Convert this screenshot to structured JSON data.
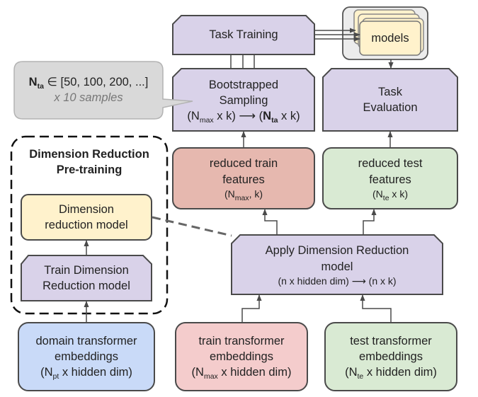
{
  "diagram": {
    "task_training": "Task Training",
    "models": "models",
    "task_evaluation": {
      "line1": "Task",
      "line2": "Evaluation"
    },
    "bootstrapped_sampling": {
      "line1": "Bootstrapped",
      "line2": "Sampling",
      "formula": {
        "open": "(N",
        "sub1": "max",
        "mid": " x k) ⟶ (",
        "bold_n": "N",
        "sub2": "ta",
        "close": " x k)"
      }
    },
    "callout": {
      "n": "N",
      "sub": "ta",
      "range": " ∈ [50, 100, 200, ...]",
      "samples": "x 10 samples"
    },
    "dim_reduction_group": {
      "line1": "Dimension Reduction",
      "line2": "Pre-training"
    },
    "dim_reduction_model": {
      "line1": "Dimension",
      "line2": "reduction model"
    },
    "train_dim_reduction": {
      "line1": "Train Dimension",
      "line2": "Reduction model"
    },
    "reduced_train": {
      "line1": "reduced train",
      "line2": "features",
      "formula": {
        "open": "(N",
        "sub": "max",
        "close": ", k)"
      }
    },
    "reduced_test": {
      "line1": "reduced test",
      "line2": "features",
      "formula": {
        "open": "(N",
        "sub": "te",
        "close": " x k)"
      }
    },
    "apply_dim_reduction": {
      "line1": "Apply Dimension Reduction",
      "line2": "model",
      "formula": "(n x hidden dim) ⟶ (n x k)"
    },
    "domain_embeddings": {
      "line1": "domain transformer",
      "line2": "embeddings",
      "formula": {
        "open": "(N",
        "sub": "pt",
        "close": " x hidden dim)"
      }
    },
    "train_embeddings": {
      "line1": "train transformer",
      "line2": "embeddings",
      "formula": {
        "open": "(N",
        "sub": "max",
        "close": " x hidden dim)"
      }
    },
    "test_embeddings": {
      "line1": "test transformer",
      "line2": "embeddings",
      "formula": {
        "open": "(N",
        "sub": "te",
        "close": " x hidden dim)"
      }
    }
  },
  "colors": {
    "purple": "#d9d2e9",
    "red": "#e6b8af",
    "green": "#d9ead3",
    "pink": "#f4cccc",
    "blue": "#c9daf8",
    "yellow": "#fff2cc",
    "gray": "#d9d9d9",
    "stroke": "#4a4a4a"
  }
}
